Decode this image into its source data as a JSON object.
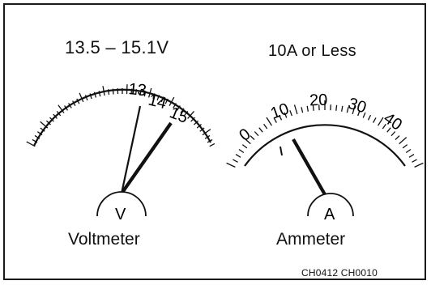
{
  "voltmeter": {
    "range_label": "13.5 – 15.1V",
    "scale_labels": [
      "13",
      "14",
      "15"
    ],
    "unit_symbol": "V",
    "name": "Voltmeter",
    "needle_readings": [
      13.5,
      15.1
    ]
  },
  "ammeter": {
    "range_label": "10A or Less",
    "scale_labels": [
      "0",
      "10",
      "20",
      "30",
      "40"
    ],
    "unit_symbol": "A",
    "name": "Ammeter",
    "needle_reading": 10
  },
  "figure_code": "CH0412 CH0010"
}
